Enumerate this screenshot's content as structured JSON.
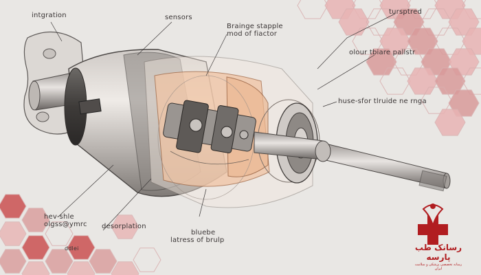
{
  "labels": {
    "top_left": "intgration",
    "sensors": "sensors",
    "brainge_l1": "Brainge stapple",
    "brainge_l2": "mod of fiactor",
    "top_right": "tursptred",
    "right_mid": "olour tbiare pallstr",
    "right_low": "huse-sfor tlruide ne rnga",
    "bottom_left_l1": "hev-shle",
    "bottom_left_l2": "olgss@ymrc",
    "bottom_left_small": "ddlei",
    "bottom_mid": "desorplation",
    "bottom_center_l1": "bluebe",
    "bottom_center_l2": "latress of brulp"
  },
  "brand": {
    "name": "رسانک طب پارسه",
    "tagline": "رسانه تخصصی پزشکی و سلامت ایران"
  },
  "colors": {
    "hex_light": "#e8b4b4",
    "hex_mid": "#d99b9b",
    "hex_dark": "#c94848",
    "hex_outline": "#d8b0b0",
    "brand_red": "#b11d20",
    "cutaway_orange": "#f0c4a4",
    "metal_dark": "#4a4a4a"
  }
}
